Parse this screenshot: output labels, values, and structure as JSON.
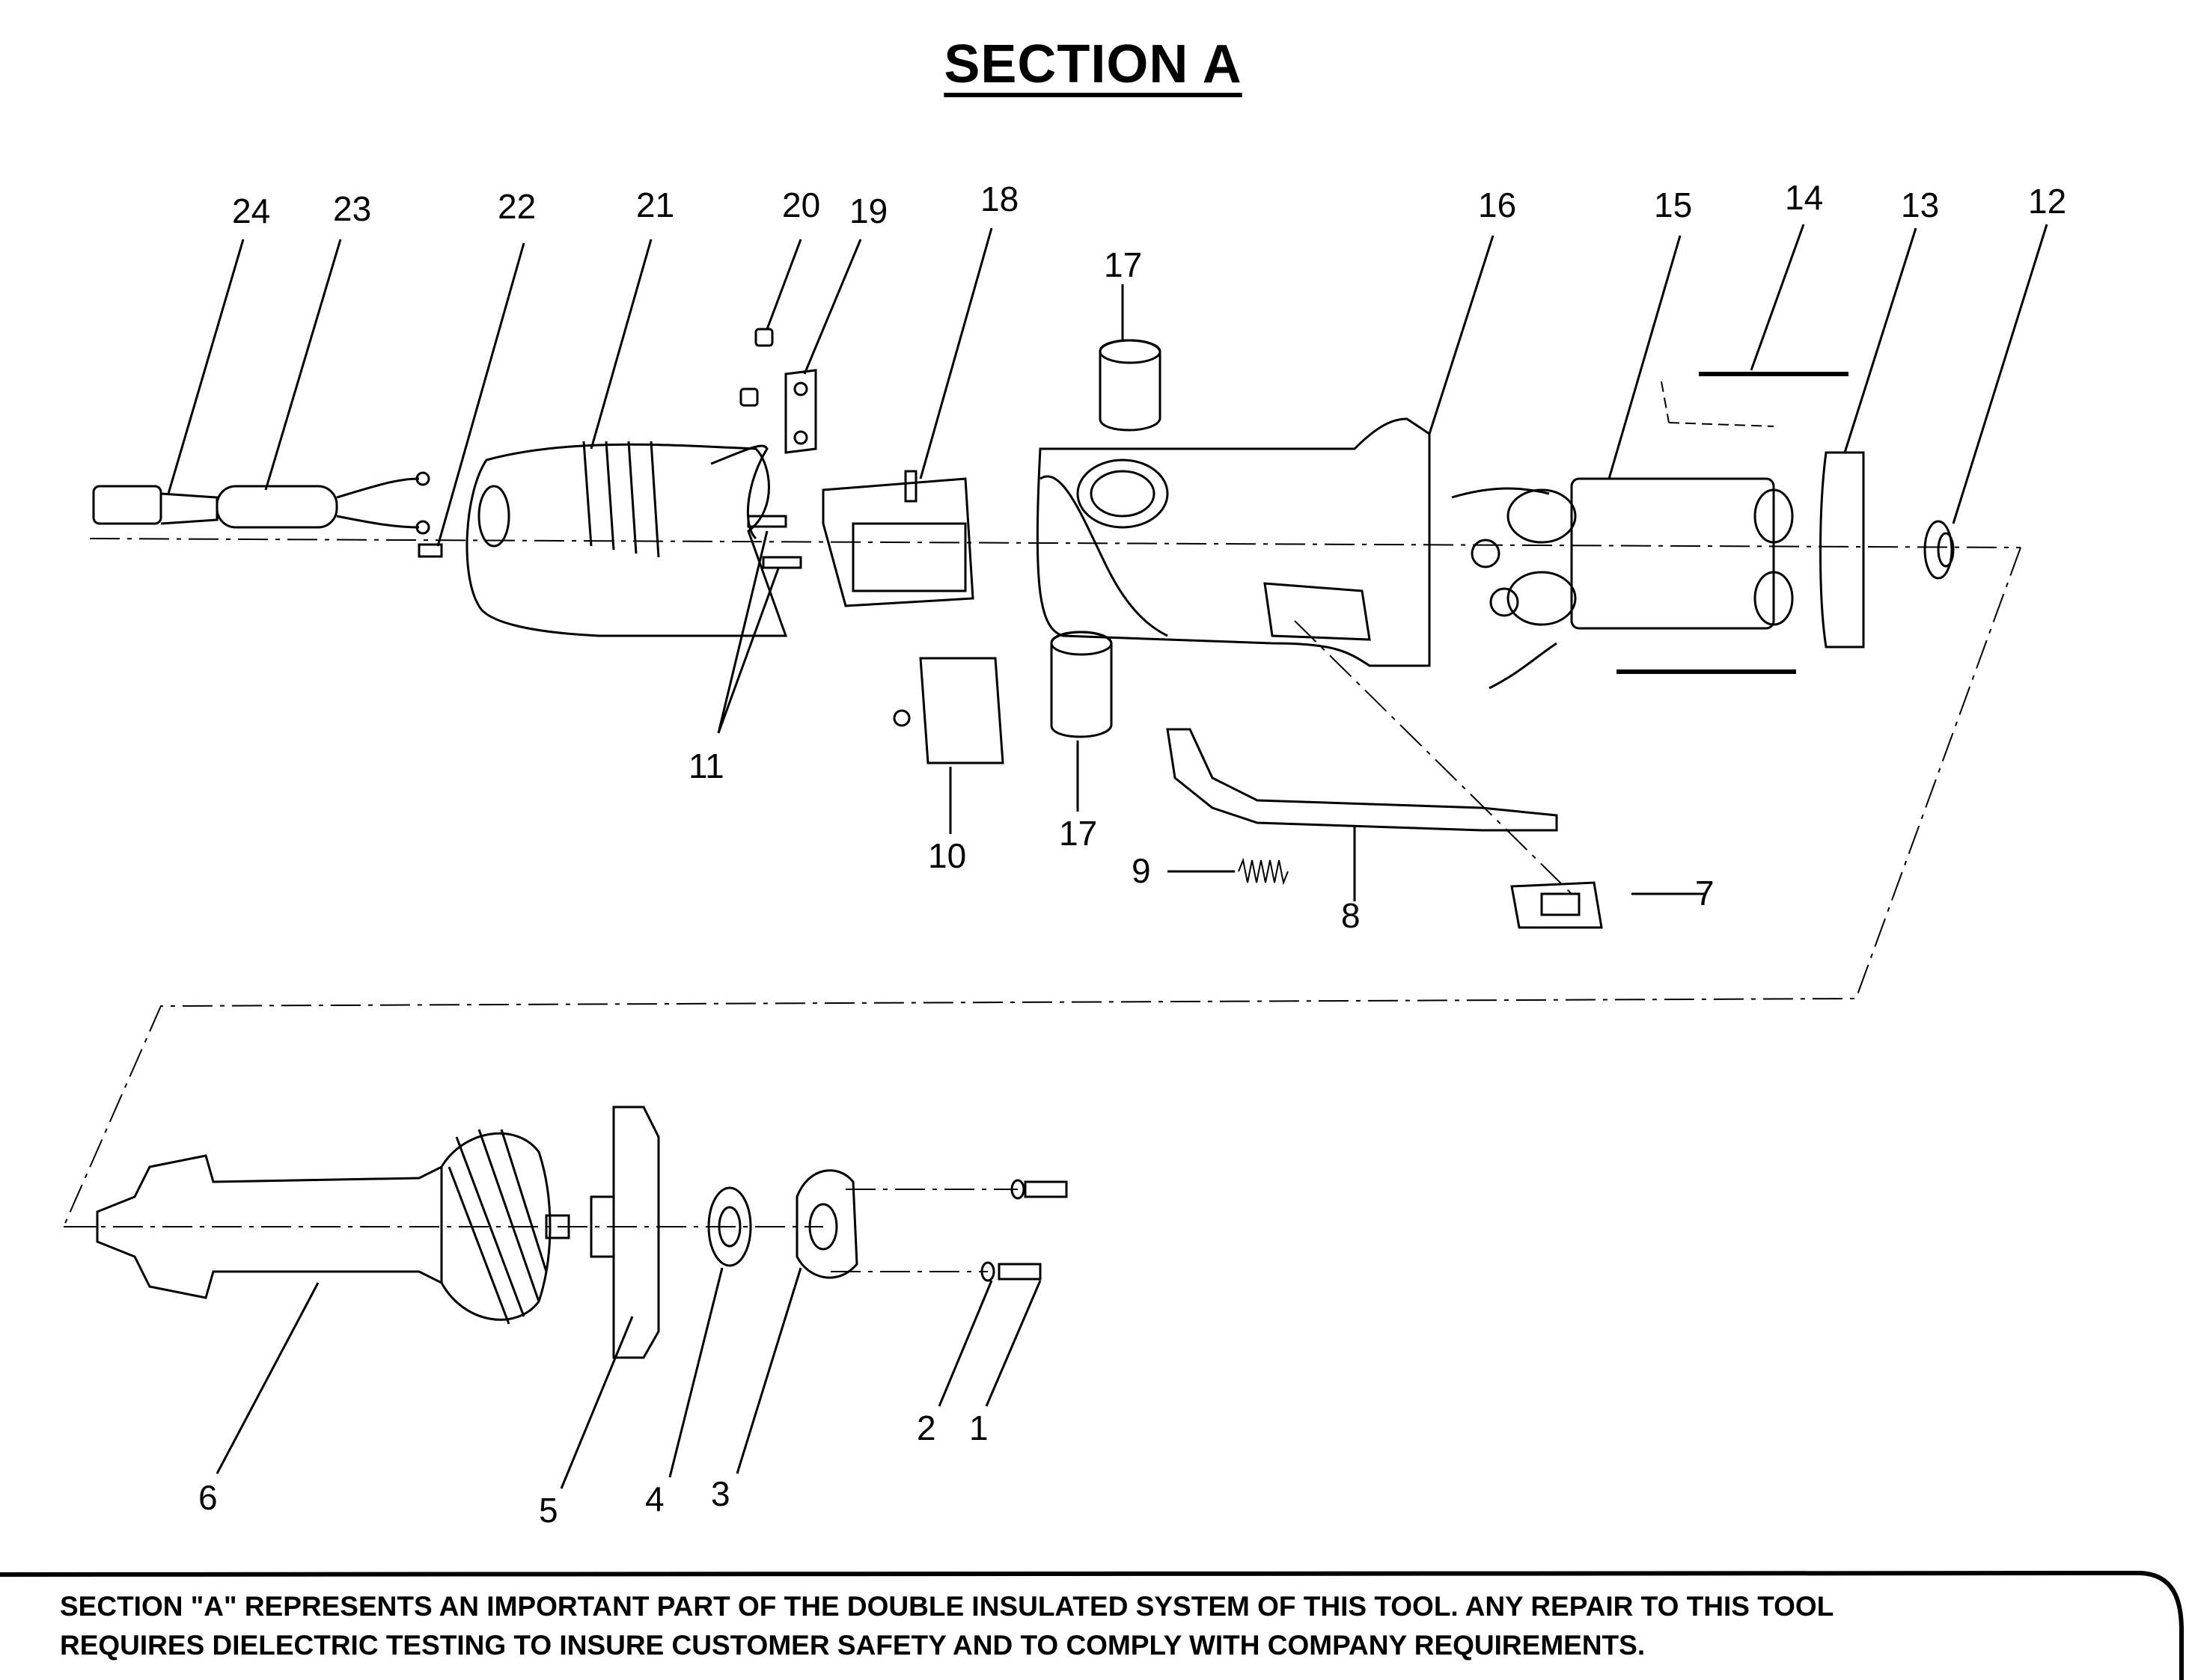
{
  "title": "SECTION A",
  "callouts": [
    "1",
    "2",
    "3",
    "4",
    "5",
    "6",
    "7",
    "8",
    "9",
    "10",
    "11",
    "12",
    "13",
    "14",
    "15",
    "16",
    "17",
    "17",
    "18",
    "19",
    "20",
    "21",
    "22",
    "23",
    "24"
  ],
  "notice": {
    "line1": "SECTION \"A\" REPRESENTS AN IMPORTANT PART OF THE DOUBLE INSULATED SYSTEM OF THIS TOOL. ANY REPAIR TO THIS TOOL",
    "line2": "REQUIRES DIELECTRIC TESTING TO INSURE CUSTOMER SAFETY AND TO COMPLY WITH COMPANY REQUIREMENTS."
  }
}
